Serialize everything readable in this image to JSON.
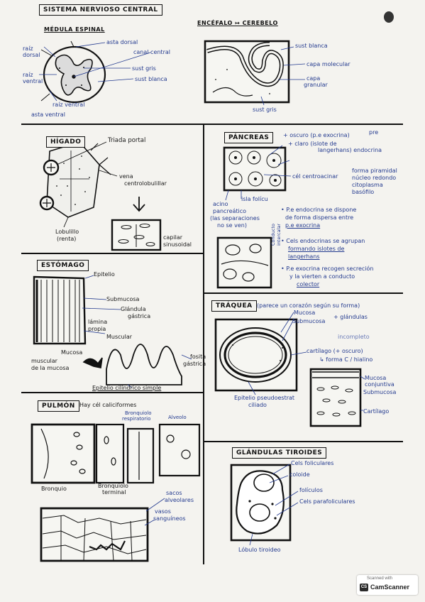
{
  "page_title": "SISTEMA NERVIOSO CENTRAL",
  "snc": {
    "medula_title": "MÉDULA ESPINAL",
    "asta_dorsal": "asta dorsal",
    "canal_central": "canal central",
    "raiz_dorsal": "raíz\ndorsal",
    "sust_gris": "sust gris",
    "sust_blanca": "sust blanca",
    "raiz_ventral": "raíz\nventral",
    "raiz_ventral_1": "raíz",
    "raiz_ventral_2": "ventral",
    "asta_ventral": "asta ventral",
    "raiz_ventral2": "raíz ventral",
    "encefalo_title": "ENCÉFALO ↦ CEREBELO",
    "cer_sust_blanca": "sust blanca",
    "cer_capa_molecular": "capa molecular",
    "cer_capa_granular": "capa\ngranular",
    "cer_capa_granular_1": "capa",
    "cer_capa_granular_2": "granular",
    "cer_sust_gris": "sust gris"
  },
  "higado": {
    "title": "HÍGADO",
    "triada": "Triada portal",
    "vena_1": "vena",
    "vena_2": "centrolobulillar",
    "lobulillo_1": "Lobulillo",
    "lobulillo_2": "(renta)",
    "capilar_1": "capilar",
    "capilar_2": "sinusoidal"
  },
  "pancreas": {
    "title": "PÁNCREAS",
    "oscuro": "+ oscuro (p.e exocrina)",
    "claro_1": "+ claro (islote de",
    "claro_2": "langerhans) endocrina",
    "pre": "pre",
    "cel_centroacinar": "cél centroacinar",
    "forma_1": "forma piramidal",
    "forma_2": "núcleo redondo",
    "forma_3": "citoplasma",
    "forma_4": "basófilo",
    "acino_1": "acino",
    "acino_2": "pancreático",
    "acino_3": "(las separaciones",
    "acino_4": "no se ven)",
    "isla": "isla folícu",
    "note1_1": "• P.e endocrina se dispone",
    "note1_2": "de forma dispersa entre",
    "note1_3": "p.e exocrina",
    "note2_1": "• Cels endocrinas se agrupan",
    "note2_2": "formando islotes de",
    "note2_3": "langerhans",
    "note3_1": "• P.e exocrina recogen secreción",
    "note3_2": "y la vierten a conducto",
    "note3_3": "colector",
    "side": "Conducto\nintercalar",
    "side_1": "Conducto",
    "side_2": "intercalar"
  },
  "estomago": {
    "title": "ESTÓMAGO",
    "epitelio": "Epitelio",
    "submucosa": "Submucosa",
    "glandula_1": "Glándula",
    "glandula_2": "gástrica",
    "lamina_1": "lámina",
    "lamina_2": "propia",
    "muscular": "Muscular",
    "mucosa": "Mucosa",
    "muscular_mucosa_1": "muscular",
    "muscular_mucosa_2": "de la mucosa",
    "fosita_1": "fosita",
    "fosita_2": "gástrica",
    "epitelio_cil": "Epitelio cilíndrico simple"
  },
  "traquea": {
    "title": "TRÁQUEA",
    "subtitle": "(parece un corazón según su forma)",
    "mucosa": "Mucosa",
    "submucosa": "Submucosa",
    "glandulas": "+ glándulas",
    "incompleto": "incompleto",
    "cartilago": "cartílago (+ oscuro)",
    "forma_c": "↳ forma C / hialino",
    "epitelio_1": "Epitelio pseudoestrat",
    "epitelio_2": "ciliado",
    "mucosa_conj_1": "Mucosa",
    "mucosa_conj_2": "conjuntiva",
    "submucosa2": "Submucosa",
    "cartilago2": "Cartílago"
  },
  "pulmon": {
    "title": "PULMÓN",
    "hay": "Hay cél caliciformes",
    "bronquiolo_resp_1": "Bronquiolo",
    "bronquiolo_resp_2": "respiratorio",
    "alveolo": "Alveolo",
    "bronquio": "Bronquio",
    "bronquiolo_term_1": "Bronquiolo",
    "bronquiolo_term_2": "terminal",
    "sacos_1": "sacos",
    "sacos_2": "alveolares",
    "vasos_1": "vasos",
    "vasos_2": "sanguíneos"
  },
  "tiroides": {
    "title": "GLÁNDULAS TIROIDES",
    "cels_foliculares": "Cels foliculares",
    "coloide": "coloide",
    "foliculos": "folículos",
    "cels_parafoliculares": "Cels parafoliculares",
    "lobulo": "Lóbulo tiroideo"
  },
  "scanner": {
    "scanned_with": "Scanned with",
    "logo": "CS",
    "name": "CamScanner"
  }
}
